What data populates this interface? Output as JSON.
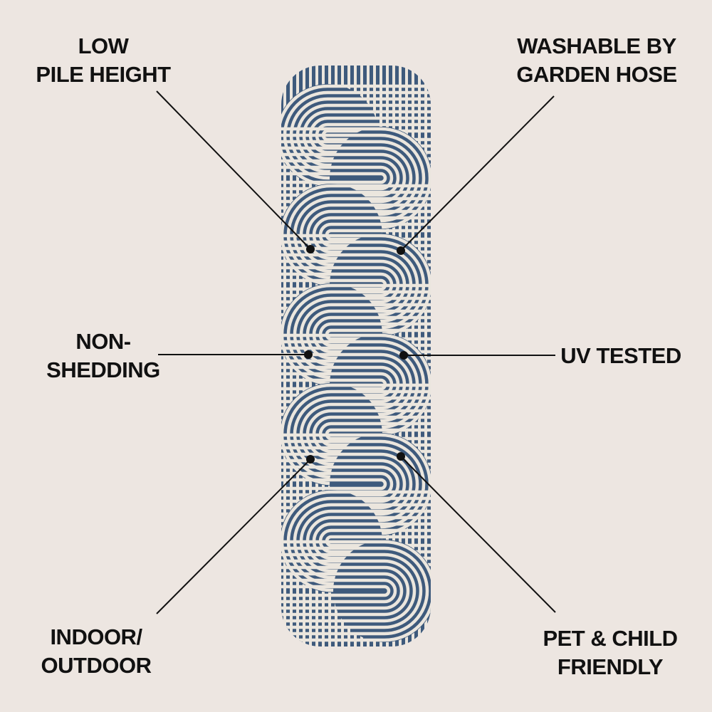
{
  "colors": {
    "background": "#ede6e1",
    "rug_blue": "#3e5a7c",
    "rug_cream": "#ebe6de",
    "ink": "#111111"
  },
  "features": [
    {
      "id": "low-pile-height",
      "lines": [
        "LOW",
        "PILE HEIGHT"
      ]
    },
    {
      "id": "washable-by-garden-hose",
      "lines": [
        "WASHABLE BY",
        "GARDEN HOSE"
      ]
    },
    {
      "id": "non-shedding",
      "lines": [
        "NON-",
        "SHEDDING"
      ]
    },
    {
      "id": "uv-tested",
      "lines": [
        "UV TESTED"
      ]
    },
    {
      "id": "indoor-outdoor",
      "lines": [
        "INDOOR/",
        "OUTDOOR"
      ]
    },
    {
      "id": "pet-child-friendly",
      "lines": [
        "PET & CHILD",
        "FRIENDLY"
      ]
    }
  ]
}
